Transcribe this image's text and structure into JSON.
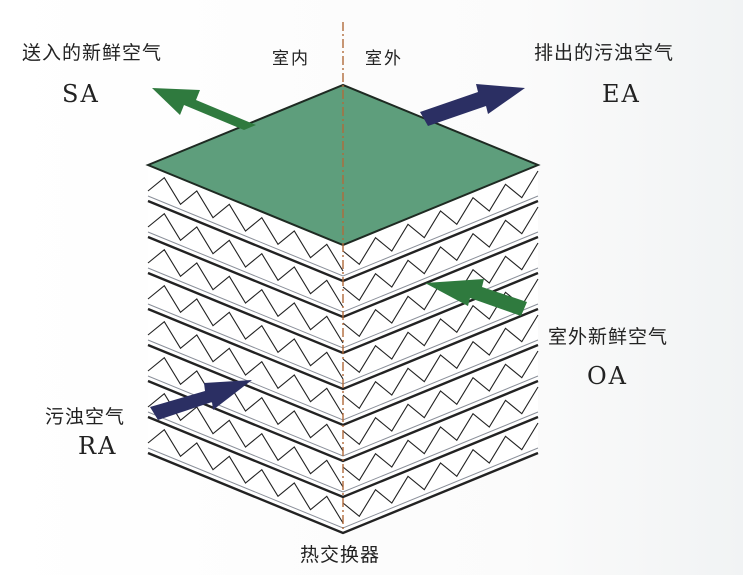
{
  "labels": {
    "supply_air_cn": "送入的新鲜空气",
    "supply_air_code": "SA",
    "exhaust_air_cn": "排出的污浊空气",
    "exhaust_air_code": "EA",
    "outdoor_air_cn": "室外新鲜空气",
    "outdoor_air_code": "OA",
    "return_air_cn": "污浊空气",
    "return_air_code": "RA",
    "indoor": "室内",
    "outdoor": "室外",
    "caption": "热交换器"
  },
  "colors": {
    "top_plate": "#5e9e7c",
    "fresh_arrow": "#2f7a3e",
    "stale_arrow": "#2b2f63",
    "divider": "#b06a3a",
    "plate_line": "#222222"
  }
}
